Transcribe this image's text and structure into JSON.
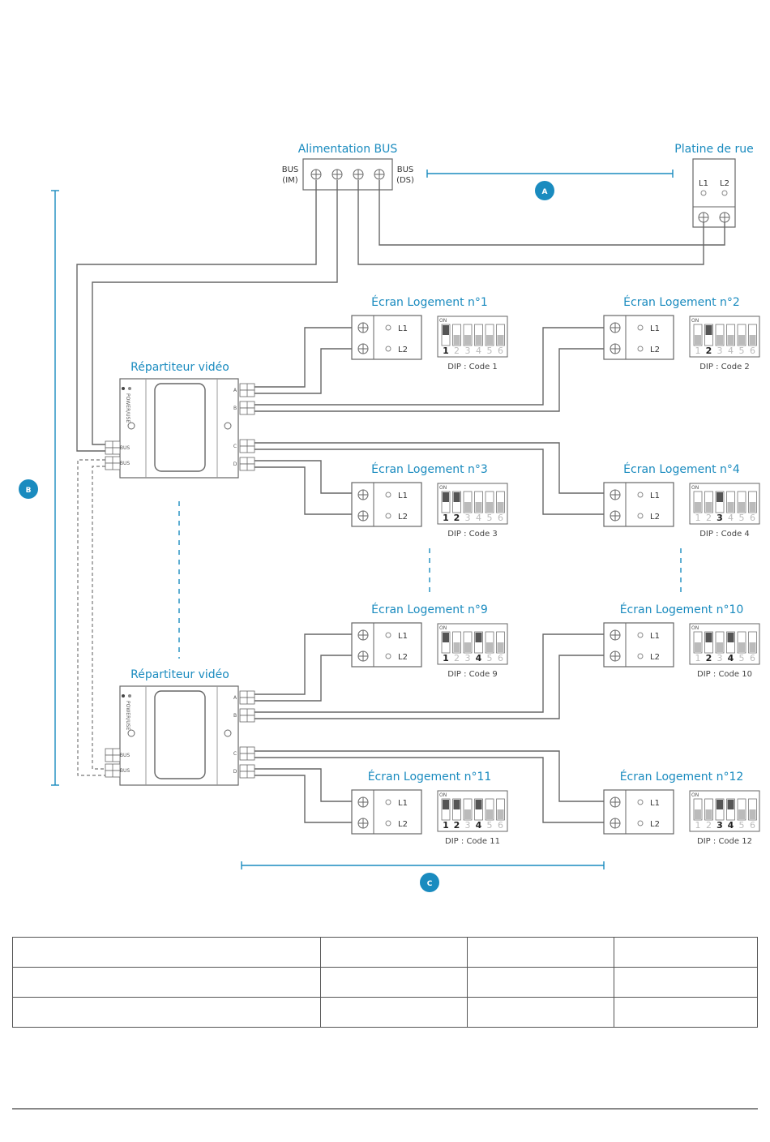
{
  "power_supply": {
    "title": "Alimentation BUS",
    "left_label": [
      "BUS",
      "(IM)"
    ],
    "right_label": [
      "BUS",
      "(DS)"
    ]
  },
  "street_panel": {
    "title": "Platine de rue",
    "terminals": [
      "L1",
      "L2"
    ]
  },
  "distributors": [
    {
      "title": "Répartiteur vidéo",
      "outputs": [
        "A",
        "B",
        "C",
        "D"
      ],
      "bus": [
        "BUS",
        "BUS"
      ],
      "power_text": "POWER/USE"
    },
    {
      "title": "Répartiteur vidéo",
      "outputs": [
        "A",
        "B",
        "C",
        "D"
      ],
      "bus": [
        "BUS",
        "BUS"
      ],
      "power_text": "POWER/USE"
    }
  ],
  "screens": [
    {
      "title": "Écran Logement n°1",
      "dip_caption": "DIP : Code 1",
      "dip_on": [
        1
      ]
    },
    {
      "title": "Écran Logement n°2",
      "dip_caption": "DIP : Code 2",
      "dip_on": [
        2
      ]
    },
    {
      "title": "Écran Logement n°3",
      "dip_caption": "DIP : Code 3",
      "dip_on": [
        1,
        2
      ]
    },
    {
      "title": "Écran Logement n°4",
      "dip_caption": "DIP : Code 4",
      "dip_on": [
        3
      ]
    },
    {
      "title": "Écran Logement n°9",
      "dip_caption": "DIP : Code 9",
      "dip_on": [
        1,
        4
      ]
    },
    {
      "title": "Écran Logement n°10",
      "dip_caption": "DIP : Code 10",
      "dip_on": [
        2,
        4
      ]
    },
    {
      "title": "Écran Logement n°11",
      "dip_caption": "DIP : Code 11",
      "dip_on": [
        1,
        2,
        4
      ]
    },
    {
      "title": "Écran Logement n°12",
      "dip_caption": "DIP : Code 12",
      "dip_on": [
        3,
        4
      ]
    }
  ],
  "screen_terminals": [
    "L1",
    "L2"
  ],
  "dip_on_label": "ON",
  "dip_numbers": [
    "1",
    "2",
    "3",
    "4",
    "5",
    "6"
  ],
  "dimension_badges": [
    "A",
    "B",
    "C"
  ],
  "colors": {
    "accent": "#1a8bbf",
    "line": "#666666"
  }
}
